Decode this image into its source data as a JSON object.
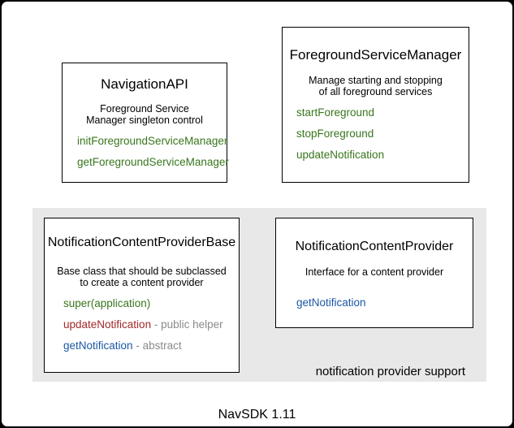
{
  "footer": {
    "label": "NavSDK 1.11"
  },
  "group": {
    "label": "notification provider support",
    "bg_color": "#e8e8e8"
  },
  "colors": {
    "method_green": "#38761d",
    "method_red": "#a32929",
    "method_blue": "#1c57a5",
    "suffix_gray": "#8a8a8a",
    "box_border": "#000000",
    "page_bg": "#ffffff"
  },
  "boxes": {
    "navigation_api": {
      "title": "NavigationAPI",
      "description": [
        "Foreground Service",
        "Manager singleton control"
      ],
      "methods": [
        {
          "name": "initForegroundServiceManager"
        },
        {
          "name": "getForegroundServiceManager"
        }
      ]
    },
    "foreground_service_manager": {
      "title": "ForegroundServiceManager",
      "description": [
        "Manage starting and stopping",
        "of all foreground services"
      ],
      "methods": [
        {
          "name": "startForeground"
        },
        {
          "name": "stopForeground"
        },
        {
          "name": "updateNotification"
        }
      ]
    },
    "notification_content_provider_base": {
      "title": "NotificationContentProviderBase",
      "description": [
        "Base class that should be subclassed",
        "to create a content provider"
      ],
      "methods": [
        {
          "name": "super(application)",
          "suffix": ""
        },
        {
          "name": "updateNotification",
          "suffix": "- public helper"
        },
        {
          "name": "getNotification",
          "suffix": "- abstract"
        }
      ]
    },
    "notification_content_provider": {
      "title": "NotificationContentProvider",
      "description": [
        "Interface for a content provider"
      ],
      "methods": [
        {
          "name": "getNotification"
        }
      ]
    }
  }
}
